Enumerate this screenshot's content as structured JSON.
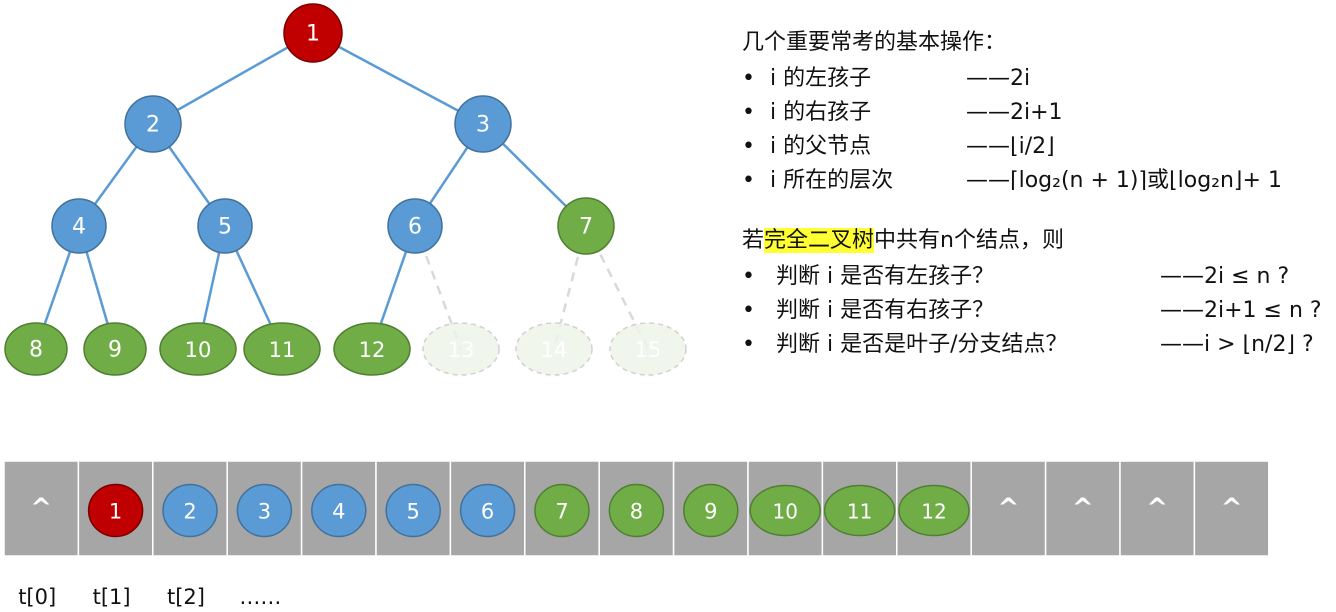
{
  "colors": {
    "root_fill": "#c00000",
    "root_stroke": "#7a0000",
    "internal_fill": "#5b9bd5",
    "internal_stroke": "#41719c",
    "leaf_fill": "#70ad47",
    "leaf_stroke": "#507e32",
    "edge": "#5b9bd5",
    "ghost_edge": "#d9d9d9",
    "array_cell": "#a6a6a6",
    "array_border": "#ffffff",
    "highlight": "#ffff33"
  },
  "tree": {
    "nodes": [
      {
        "id": 1,
        "label": "1",
        "kind": "root"
      },
      {
        "id": 2,
        "label": "2",
        "kind": "internal"
      },
      {
        "id": 3,
        "label": "3",
        "kind": "internal"
      },
      {
        "id": 4,
        "label": "4",
        "kind": "internal"
      },
      {
        "id": 5,
        "label": "5",
        "kind": "internal"
      },
      {
        "id": 6,
        "label": "6",
        "kind": "internal"
      },
      {
        "id": 7,
        "label": "7",
        "kind": "leaf"
      },
      {
        "id": 8,
        "label": "8",
        "kind": "leaf"
      },
      {
        "id": 9,
        "label": "9",
        "kind": "leaf"
      },
      {
        "id": 10,
        "label": "10",
        "kind": "leaf"
      },
      {
        "id": 11,
        "label": "11",
        "kind": "leaf"
      },
      {
        "id": 12,
        "label": "12",
        "kind": "leaf"
      },
      {
        "id": 13,
        "label": "13",
        "kind": "ghost"
      },
      {
        "id": 14,
        "label": "14",
        "kind": "ghost"
      },
      {
        "id": 15,
        "label": "15",
        "kind": "ghost"
      }
    ],
    "edges": [
      {
        "from": 1,
        "to": 2,
        "style": "solid"
      },
      {
        "from": 1,
        "to": 3,
        "style": "solid"
      },
      {
        "from": 2,
        "to": 4,
        "style": "solid"
      },
      {
        "from": 2,
        "to": 5,
        "style": "solid"
      },
      {
        "from": 3,
        "to": 6,
        "style": "solid"
      },
      {
        "from": 3,
        "to": 7,
        "style": "solid"
      },
      {
        "from": 4,
        "to": 8,
        "style": "solid"
      },
      {
        "from": 4,
        "to": 9,
        "style": "solid"
      },
      {
        "from": 5,
        "to": 10,
        "style": "solid"
      },
      {
        "from": 5,
        "to": 11,
        "style": "solid"
      },
      {
        "from": 6,
        "to": 12,
        "style": "solid"
      },
      {
        "from": 6,
        "to": 13,
        "style": "dashed"
      },
      {
        "from": 7,
        "to": 14,
        "style": "dashed"
      },
      {
        "from": 7,
        "to": 15,
        "style": "dashed"
      }
    ]
  },
  "array": {
    "cells": [
      {
        "label": "^",
        "kind": "empty"
      },
      {
        "label": "1",
        "kind": "root"
      },
      {
        "label": "2",
        "kind": "internal"
      },
      {
        "label": "3",
        "kind": "internal"
      },
      {
        "label": "4",
        "kind": "internal"
      },
      {
        "label": "5",
        "kind": "internal"
      },
      {
        "label": "6",
        "kind": "internal"
      },
      {
        "label": "7",
        "kind": "leaf"
      },
      {
        "label": "8",
        "kind": "leaf"
      },
      {
        "label": "9",
        "kind": "leaf"
      },
      {
        "label": "10",
        "kind": "leaf"
      },
      {
        "label": "11",
        "kind": "leaf"
      },
      {
        "label": "12",
        "kind": "leaf"
      },
      {
        "label": "^",
        "kind": "empty"
      },
      {
        "label": "^",
        "kind": "empty"
      },
      {
        "label": "^",
        "kind": "empty"
      },
      {
        "label": "^",
        "kind": "empty"
      }
    ],
    "index_labels": [
      "t[0]",
      "t[1]",
      "t[2]",
      "……"
    ]
  },
  "operations": {
    "heading": "几个重要常考的基本操作：",
    "bullet": "•",
    "items": [
      {
        "name": "i 的左孩子",
        "formula": "——2i"
      },
      {
        "name": "i 的右孩子",
        "formula": "——2i+1"
      },
      {
        "name": "i 的父节点",
        "formula": "——⌊i/2⌋"
      },
      {
        "name": "i 所在的层次",
        "formula": "——⌈log₂(n + 1)⌉或⌊log₂n⌋+ 1"
      }
    ]
  },
  "conditions": {
    "heading_prefix": "若",
    "heading_highlight": "完全二叉树",
    "heading_suffix": "中共有n个结点，则",
    "items": [
      {
        "name": "判断 i 是否有左孩子？",
        "formula": "——2i ≤ n ?"
      },
      {
        "name": "判断 i 是否有右孩子？",
        "formula": "——2i+1 ≤ n ?"
      },
      {
        "name": "判断 i 是否是叶子/分支结点？",
        "formula": "——i > ⌊n/2⌋ ?"
      }
    ]
  }
}
